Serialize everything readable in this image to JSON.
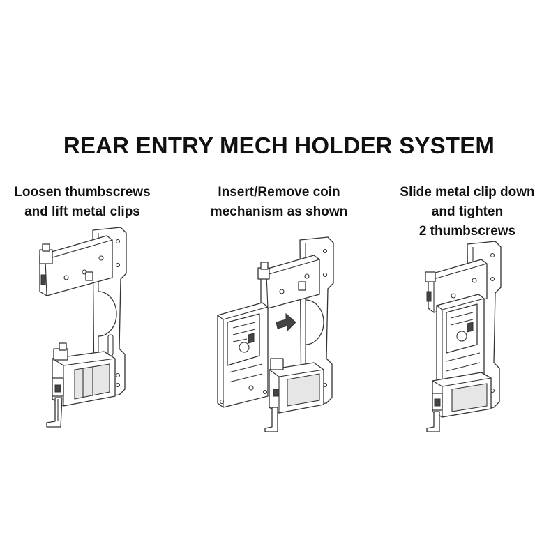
{
  "title": "REAR ENTRY MECH HOLDER SYSTEM",
  "steps": [
    {
      "lines": [
        "Loosen thumbscrews",
        "and lift metal clips"
      ]
    },
    {
      "lines": [
        "Insert/Remove coin",
        "mechanism as shown"
      ]
    },
    {
      "lines": [
        "Slide metal clip down",
        "and tighten",
        "2 thumbscrews"
      ]
    }
  ],
  "colors": {
    "line": "#333333",
    "text": "#111111",
    "background": "#ffffff"
  }
}
